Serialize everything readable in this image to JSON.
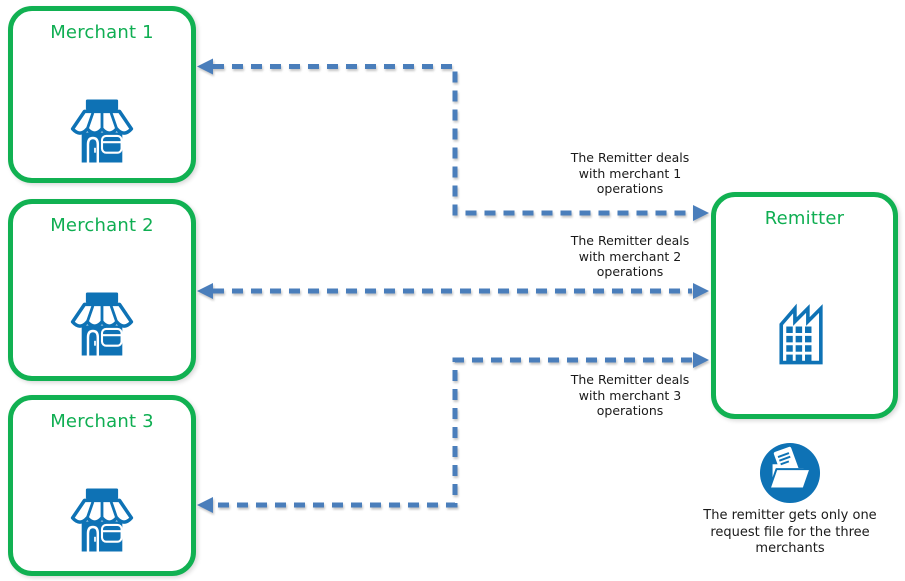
{
  "diagram": {
    "nodes": {
      "merchant1": {
        "label": "Merchant 1"
      },
      "merchant2": {
        "label": "Merchant 2"
      },
      "merchant3": {
        "label": "Merchant 3"
      },
      "remitter": {
        "label": "Remitter"
      }
    },
    "arrow_labels": {
      "merchant1": {
        "lines": [
          "The Remitter deals",
          "with merchant 1",
          "operations"
        ]
      },
      "merchant2": {
        "lines": [
          "The Remitter deals",
          "with merchant 2",
          "operations"
        ]
      },
      "merchant3": {
        "lines": [
          "The Remitter deals",
          "with merchant 3",
          "operations"
        ]
      }
    },
    "note": {
      "lines": [
        "The remitter gets only one",
        "request file for the three",
        "merchants"
      ]
    },
    "icons": {
      "merchant": "storefront-icon",
      "remitter": "factory-icon",
      "note": "open-folder-icon"
    },
    "colors": {
      "box_border_green": "#11B152",
      "title_green": "#0FAE52",
      "icon_blue": "#0E72B5",
      "arrow_blue": "#4A7EBB",
      "text": "#1a1a1a",
      "background": "#FFFFFF"
    }
  }
}
